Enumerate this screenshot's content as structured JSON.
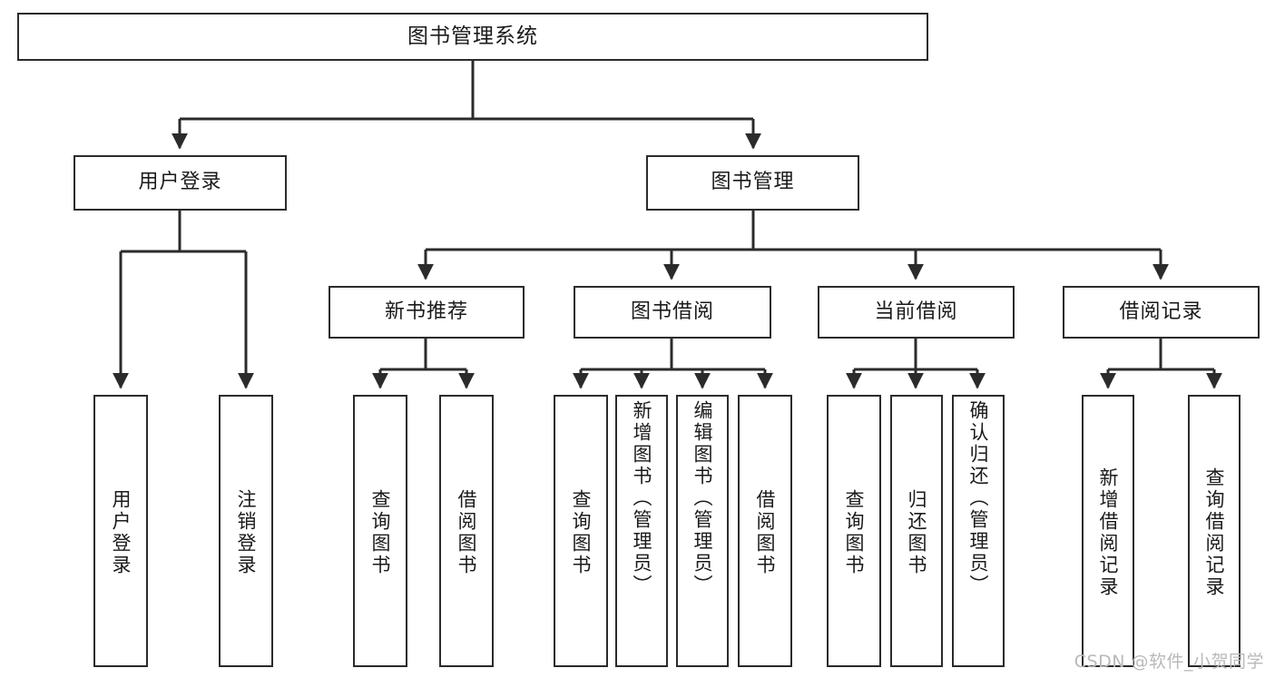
{
  "diagram": {
    "title": "图书管理系统",
    "type": "tree",
    "watermark": "CSDN @软件_小贺同学",
    "colors": {
      "border": "#2b2b2b",
      "background": "#ffffff",
      "text": "#1a1a1a",
      "watermark": "#b9b9b9"
    },
    "root": {
      "label": "图书管理系统"
    },
    "level2": [
      {
        "label": "用户登录"
      },
      {
        "label": "图书管理"
      }
    ],
    "level3": [
      {
        "label": "新书推荐"
      },
      {
        "label": "图书借阅"
      },
      {
        "label": "当前借阅"
      },
      {
        "label": "借阅记录"
      }
    ],
    "leaves": {
      "user_login": [
        {
          "label": "用户登录"
        },
        {
          "label": "注销登录"
        }
      ],
      "new_book": [
        {
          "label": "查询图书"
        },
        {
          "label": "借阅图书"
        }
      ],
      "borrow_book": [
        {
          "label": "查询图书"
        },
        {
          "label": "新增图书（管理员）"
        },
        {
          "label": "编辑图书（管理员）"
        },
        {
          "label": "借阅图书"
        }
      ],
      "current_borrow": [
        {
          "label": "查询图书"
        },
        {
          "label": "归还图书"
        },
        {
          "label": "确认归还（管理员）"
        }
      ],
      "borrow_record": [
        {
          "label": "新增借阅记录"
        },
        {
          "label": "查询借阅记录"
        }
      ]
    }
  }
}
